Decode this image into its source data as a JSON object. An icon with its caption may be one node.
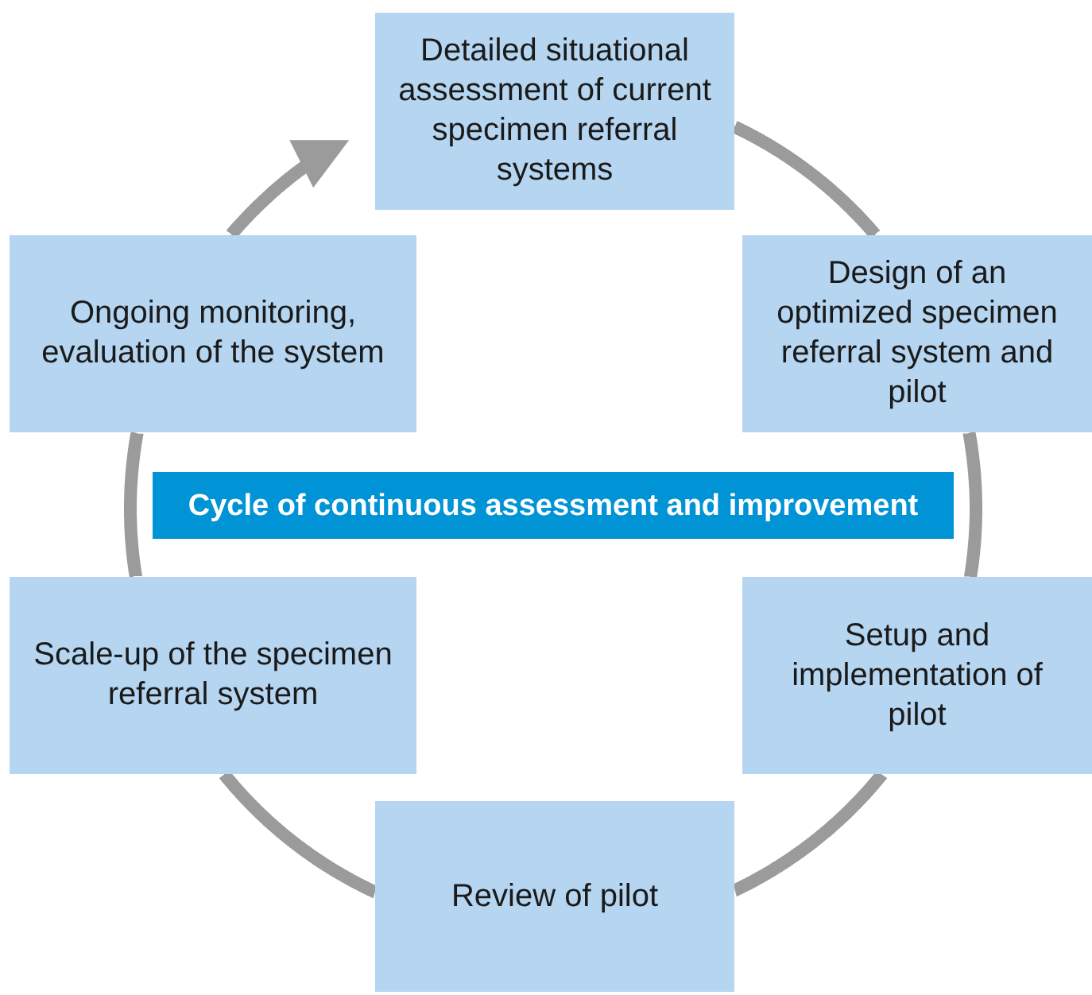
{
  "diagram": {
    "nodes": [
      {
        "text": [
          "Detailed situational assessment of current specimen referral systems"
        ]
      },
      {
        "text": [
          "Design of an optimized specimen referral system and pilot"
        ]
      },
      {
        "text": [
          "Setup and implementation of pilot"
        ]
      },
      {
        "text": [
          "Review of pilot"
        ]
      },
      {
        "text": [
          "Scale-up of the specimen referral system"
        ]
      },
      {
        "text": [
          "Ongoing monitoring, evaluation of the system"
        ]
      },
      {
        "text": [
          "Cycle of continuous assessment and improvement"
        ]
      }
    ],
    "edges": [
      {
        "from": 0,
        "to": 1,
        "arrow": "none"
      },
      {
        "from": 1,
        "to": 2,
        "arrow": "none"
      },
      {
        "from": 2,
        "to": 3,
        "arrow": "none"
      },
      {
        "from": 3,
        "to": 4,
        "arrow": "none"
      },
      {
        "from": 4,
        "to": 5,
        "arrow": "none"
      },
      {
        "from": 5,
        "to": 0,
        "arrow": "to"
      }
    ]
  }
}
